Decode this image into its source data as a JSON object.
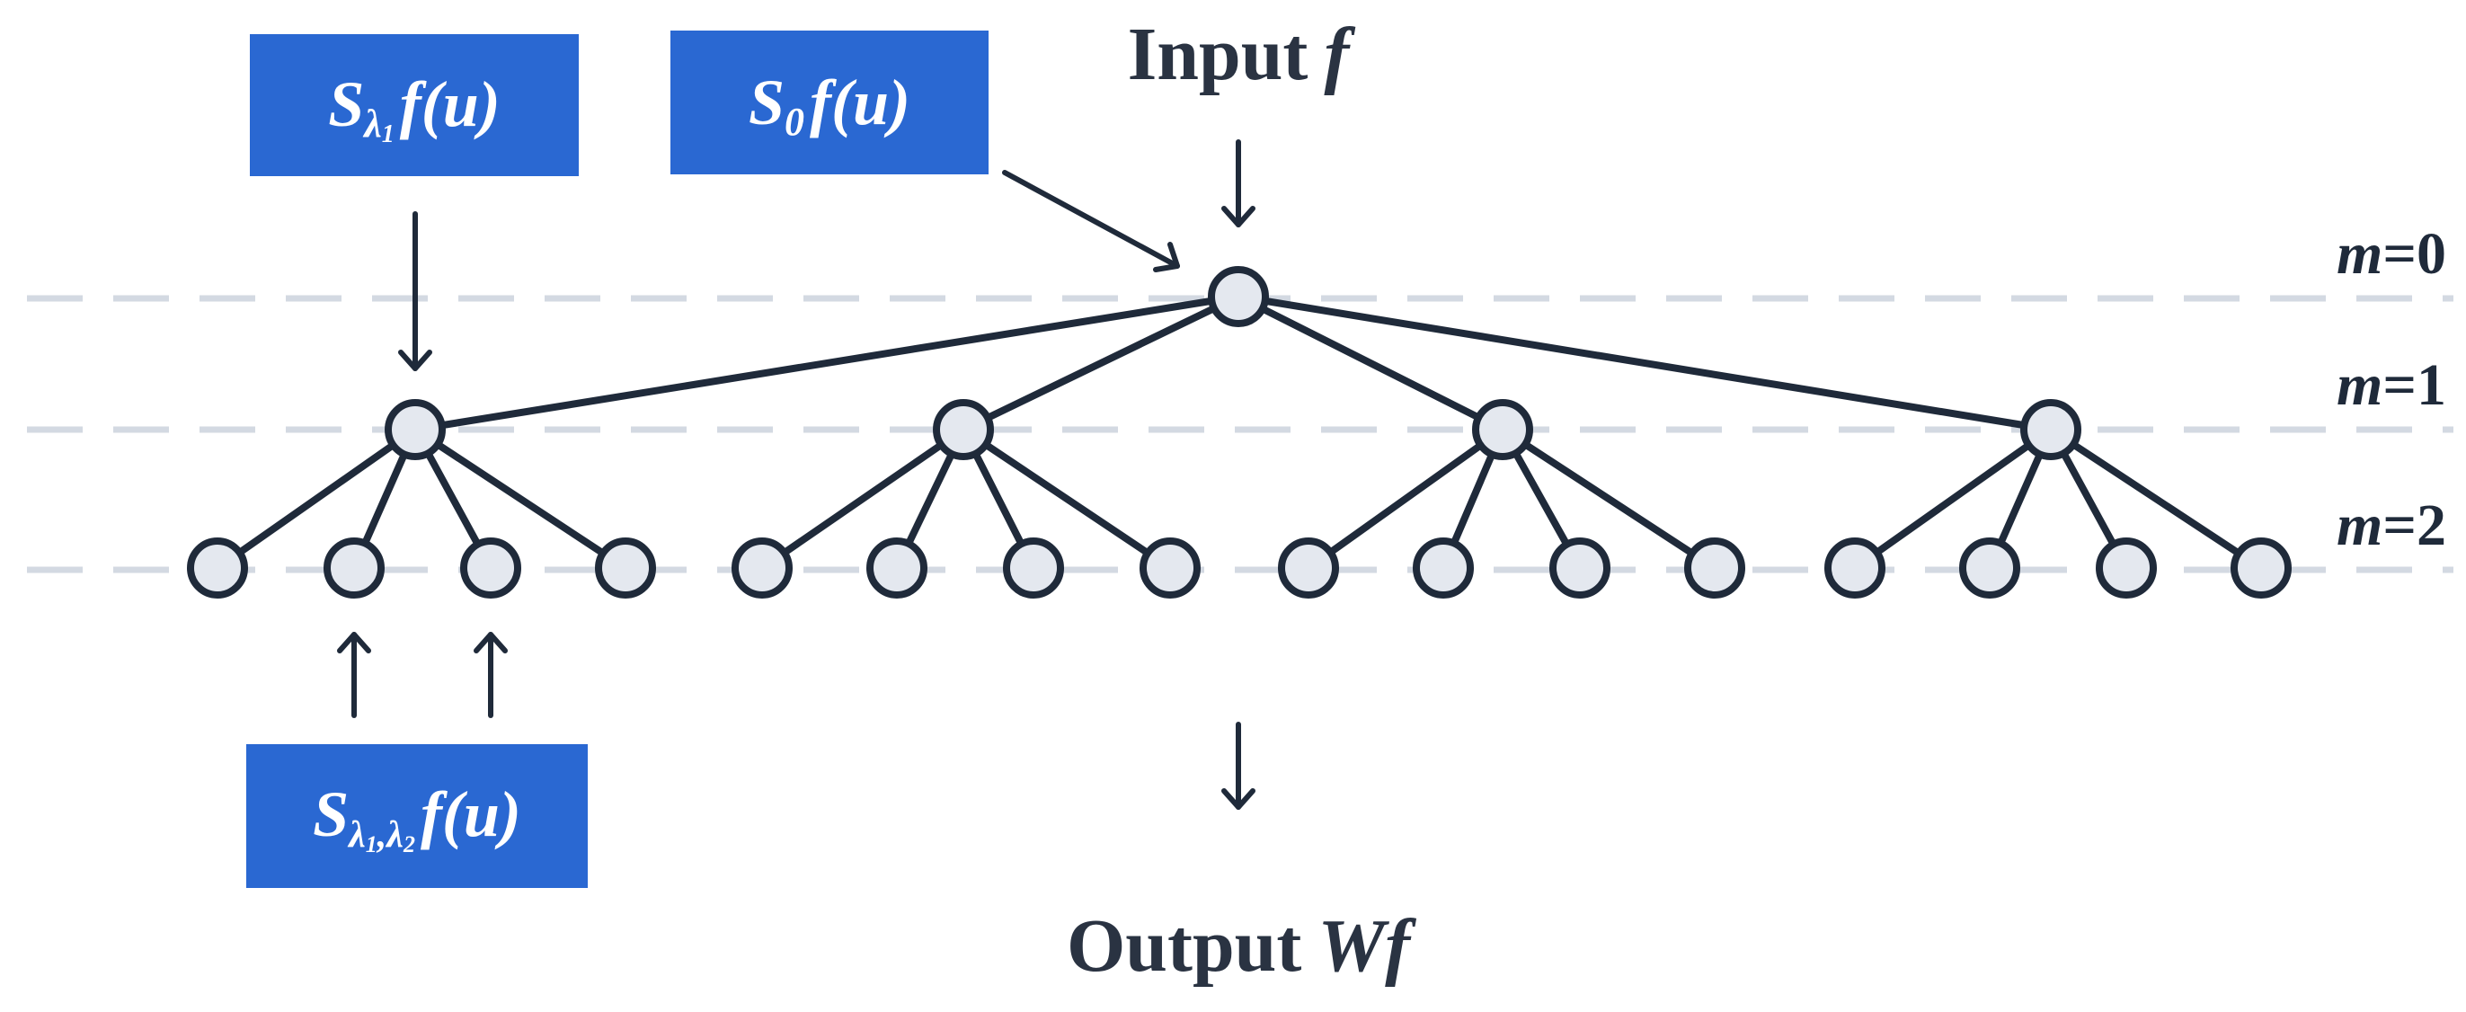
{
  "input_label": {
    "word": "Input",
    "symbol": "f"
  },
  "output_label": {
    "word": "Output",
    "symbol": "Wf"
  },
  "levels": [
    {
      "var": "m",
      "eq": "=0"
    },
    {
      "var": "m",
      "eq": "=1"
    },
    {
      "var": "m",
      "eq": "=2"
    }
  ],
  "boxes": {
    "s_lambda1": {
      "base": "S",
      "sub": "λ",
      "subsub": "1",
      "rest": "f(u)"
    },
    "s_zero": {
      "base": "S",
      "sub": "0",
      "rest": "f(u)"
    },
    "s_lambda12": {
      "base": "S",
      "sub1": "λ",
      "subsub1": "1",
      "sep": ",",
      "sub2": "λ",
      "subsub2": "2",
      "rest": "f(u)"
    }
  },
  "colors": {
    "box_fill": "#2a68d2",
    "node_fill": "#e4e8ef",
    "stroke": "#1f2a3a",
    "dashed_line": "#d3d9e2"
  }
}
